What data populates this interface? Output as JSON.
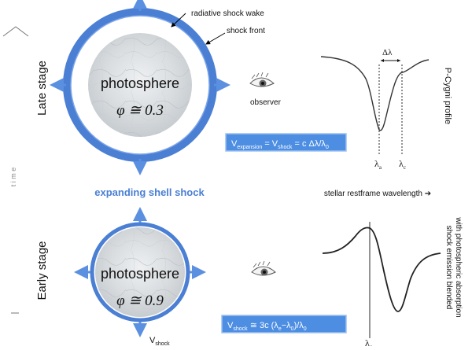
{
  "colors": {
    "shell": "#4a7fd4",
    "shell_light": "#5b8fe0",
    "box_fill": "#4d8ee3",
    "box_border": "#9cc1f0",
    "box_text": "#ffffff",
    "accent_text": "#4a7fd4",
    "grey_text": "#8a8a8a",
    "marble": "#d6dadd"
  },
  "time_axis": {
    "label": "t i m e"
  },
  "late": {
    "stage_label": "Late stage",
    "photosphere_label": "photosphere",
    "phi": "φ ≅ 0.3",
    "wake_label": "radiative shock wake",
    "front_label": "shock front",
    "observer_label": "observer",
    "velocity": {
      "v1": "V",
      "v1_sub": "expansion",
      "v2": " = V",
      "v2_sub": "shock",
      "rest": " = c Δλ/λ",
      "rest_sub": "0"
    },
    "profile": {
      "label": "P-Cygni profile",
      "delta": "Δλ",
      "lambda_a": "λ",
      "lambda_a_sub": "a",
      "lambda_c": "λ",
      "lambda_c_sub": "c"
    }
  },
  "middle": {
    "title": "expanding shell shock",
    "axis_label": "stellar restframe wavelength ➔"
  },
  "early": {
    "stage_label": "Early stage",
    "photosphere_label": "photosphere",
    "phi": "φ ≅ 0.9",
    "vshock": "V",
    "vshock_sub": "shock",
    "velocity": {
      "v1": "V",
      "v1_sub": "shock",
      "rest": " ≅ 3c (λ",
      "rest_sub1": "e",
      "rest2": "−λ",
      "rest_sub2": "0",
      "rest3": ")/λ",
      "rest_sub3": "0"
    },
    "profile": {
      "label_line1": "shock emission blended",
      "label_line2": "with photospheric absorption",
      "lambda_c": "λ",
      "lambda_c_sub": "c"
    }
  }
}
